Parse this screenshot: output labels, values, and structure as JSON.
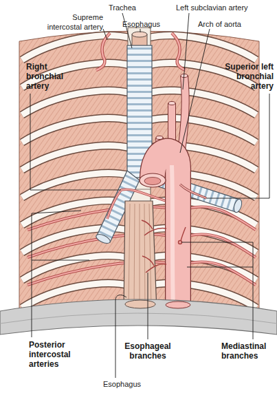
{
  "diagram": {
    "labels": [
      "Trachea",
      "Left subclavian artery",
      "Supreme intercostal artery",
      "Esophagus",
      "Arch of aorta",
      "Right bronchial artery",
      "Superior left bronchial artery",
      "Posterior intercostal arteries",
      "Esophageal branches",
      "Mediastinal branches",
      "Esophagus"
    ]
  }
}
